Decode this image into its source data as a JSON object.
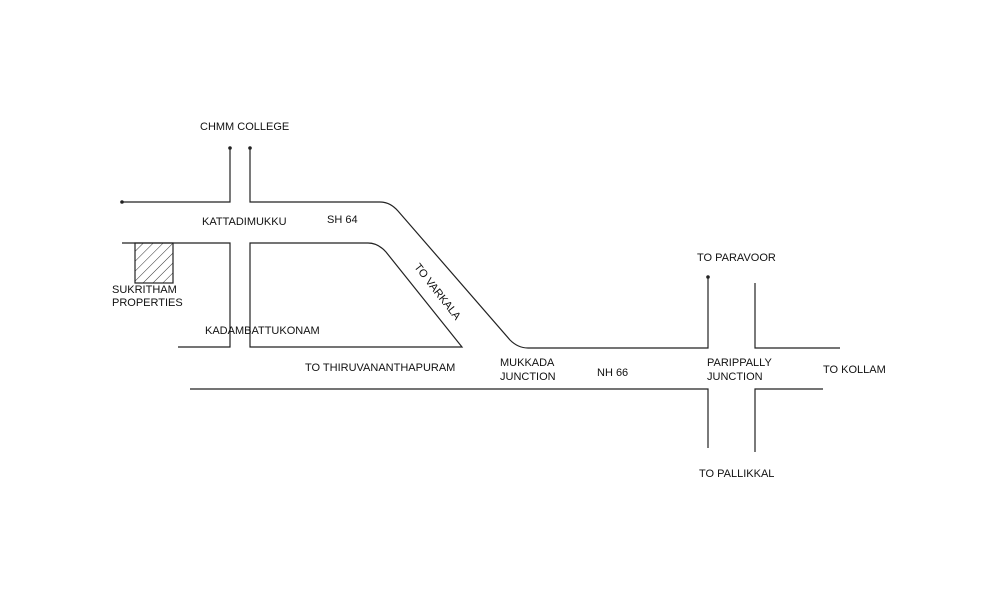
{
  "labels": {
    "chmm_college": "CHMM COLLEGE",
    "kattadimukku": "KATTADIMUKKU",
    "sh64": "SH 64",
    "to_varkala": "TO VARKALA",
    "sukritham_line1": "SUKRITHAM",
    "sukritham_line2": "PROPERTIES",
    "kadambattukonam": "KADAMBATTUKONAM",
    "to_thiruvananthapuram": "TO THIRUVANANTHAPURAM",
    "mukkada_line1": "MUKKADA",
    "mukkada_line2": "JUNCTION",
    "nh66": "NH 66",
    "to_paravoor": "TO PARAVOOR",
    "parippally_line1": "PARIPPALLY",
    "parippally_line2": "JUNCTION",
    "to_kollam": "TO KOLLAM",
    "to_pallikkal": "TO PALLIKKAL"
  },
  "colors": {
    "road": "#222222",
    "hatch": "#333333"
  }
}
